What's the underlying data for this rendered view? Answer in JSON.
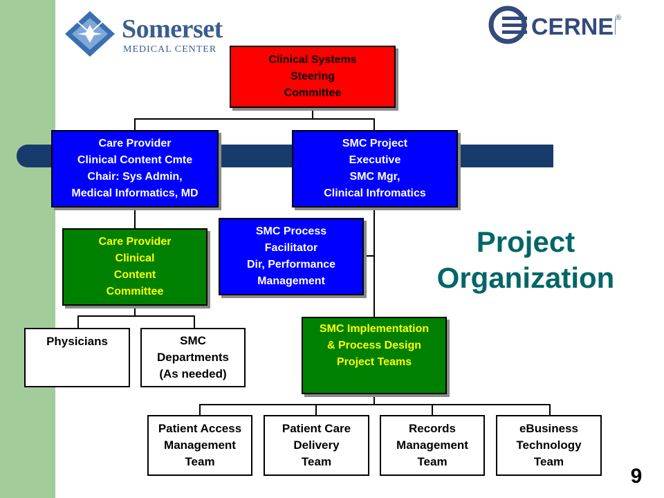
{
  "logos": {
    "left": {
      "name": "Somerset",
      "subtitle": "MEDICAL CENTER"
    },
    "right": {
      "name": "CERNER",
      "mark": "®"
    }
  },
  "title": [
    "Project",
    "Organization"
  ],
  "page_number": "9",
  "colors": {
    "sidebar": "#a3cc9b",
    "bar": "#173c6b",
    "red": "#ff0000",
    "blue": "#0000ff",
    "green": "#008000",
    "green_text": "#ffff00",
    "title": "#006666"
  },
  "boxes": {
    "steering": [
      "Clinical Systems",
      "Steering",
      "Committee"
    ],
    "care_provider_cmte": [
      "Care Provider",
      "Clinical Content Cmte",
      "Chair: Sys Admin,",
      "Medical Informatics, MD"
    ],
    "project_exec": [
      "SMC Project",
      "Executive",
      "SMC Mgr,",
      "Clinical Infromatics"
    ],
    "process_facilitator": [
      "SMC Process",
      "Facilitator",
      "Dir, Performance",
      "Management"
    ],
    "content_committee": [
      "Care Provider",
      "Clinical",
      "Content",
      "Committee"
    ],
    "physicians": [
      "Physicians"
    ],
    "departments": [
      "SMC",
      "Departments",
      "(As needed)"
    ],
    "implementation": [
      "SMC Implementation",
      "& Process Design",
      "Project Teams"
    ],
    "patient_access": [
      "Patient Access",
      "Management",
      "Team"
    ],
    "patient_care": [
      "Patient Care",
      "Delivery",
      "Team"
    ],
    "records": [
      "Records",
      "Management",
      "Team"
    ],
    "ebusiness": [
      "eBusiness",
      "Technology",
      "Team"
    ]
  }
}
